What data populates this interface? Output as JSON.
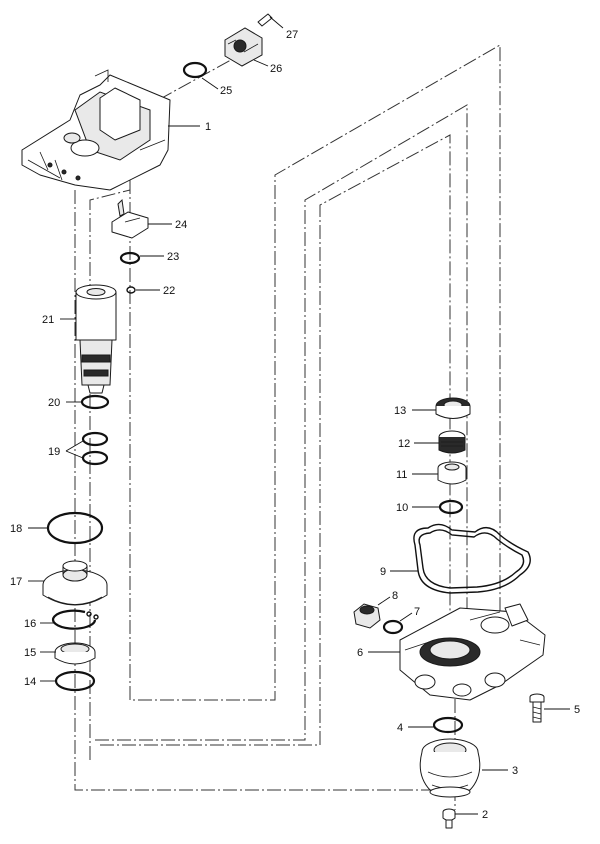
{
  "callouts": {
    "c1": "1",
    "c2": "2",
    "c3": "3",
    "c4": "4",
    "c5": "5",
    "c6": "6",
    "c7": "7",
    "c8": "8",
    "c9": "9",
    "c10": "10",
    "c11": "11",
    "c12": "12",
    "c13": "13",
    "c14": "14",
    "c15": "15",
    "c16": "16",
    "c17": "17",
    "c18": "18",
    "c19": "19",
    "c20": "20",
    "c21": "21",
    "c22": "22",
    "c23": "23",
    "c24": "24",
    "c25": "25",
    "c26": "26",
    "c27": "27"
  },
  "colors": {
    "line": "#1a1a1a",
    "fill": "#e9e9e9",
    "background": "#ffffff"
  }
}
